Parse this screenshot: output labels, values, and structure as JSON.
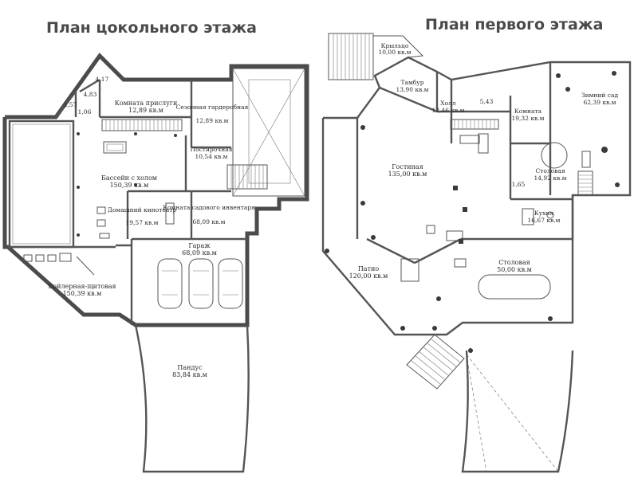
{
  "titles": {
    "basement": "План цокольного этажа",
    "first_floor": "План первого этажа"
  },
  "basement_rooms": [
    {
      "name": "Бассейн с холом",
      "area": "150,39 кв.м"
    },
    {
      "name": "Комната прислуги",
      "area": "12,89 кв.м"
    },
    {
      "name": "Сезонная гардеробная",
      "area": "12,89 кв.м"
    },
    {
      "name": "Постирочная",
      "area": "10,54 кв.м"
    },
    {
      "name": "Домашний кинотеатр",
      "area": "19,57 кв.м"
    },
    {
      "name": "Комната садового инвентаря",
      "area": "68,09 кв.м"
    },
    {
      "name": "Гараж",
      "area": "68,09 кв.м"
    },
    {
      "name": "Бойлерная-щитовая",
      "area": "150,39 кв.м"
    },
    {
      "name": "Пандус",
      "area": "83,84 кв.м"
    }
  ],
  "basement_small_areas": [
    "4,17",
    "2,57",
    "4,83",
    "1,06"
  ],
  "first_floor_rooms": [
    {
      "name": "Крыльцо",
      "area": "10,00 кв.м"
    },
    {
      "name": "Тамбур",
      "area": "13,90 кв.м"
    },
    {
      "name": "Холл",
      "area": "12,46 кв.м"
    },
    {
      "name": "Комната",
      "area": "19,32 кв.м"
    },
    {
      "name": "Зимний сад",
      "area": "62,39 кв.м"
    },
    {
      "name": "Гостиная",
      "area": "135,00 кв.м"
    },
    {
      "name": "Столовая",
      "area": "14,92 кв.м"
    },
    {
      "name": "Кухня",
      "area": "16,67 кв.м"
    },
    {
      "name": "Патио",
      "area": "120,00 кв.м"
    },
    {
      "name": "Столовая",
      "area": "50,00 кв.м"
    }
  ],
  "first_floor_small_areas": [
    "5,43",
    "1,65"
  ],
  "colors": {
    "walls": "#4b4b4b",
    "text": "#2b2b2b",
    "headings": "#4a4a4a"
  }
}
